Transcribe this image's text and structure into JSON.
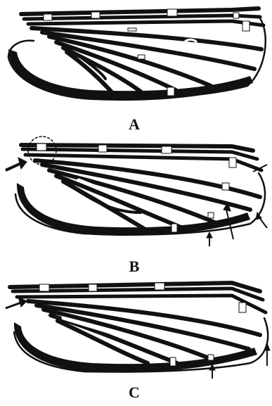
{
  "figure": {
    "panels": [
      {
        "label": "A"
      },
      {
        "label": "B"
      },
      {
        "label": "C"
      }
    ]
  },
  "colors": {
    "ink": "#111111",
    "paper": "#ffffff"
  }
}
